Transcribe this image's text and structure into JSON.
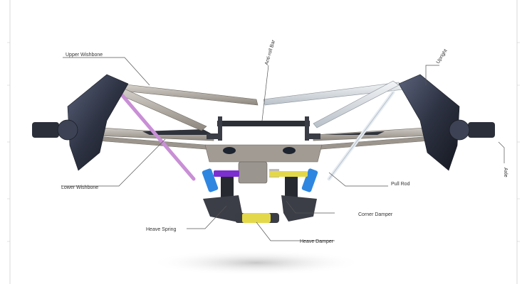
{
  "labels": {
    "upper_wishbone": "Upper Wishbone",
    "anti_roll_bar": "Anti-roll Bar",
    "upright": "Upright",
    "axle": "Axle",
    "lower_wishbone": "Lower Wishbone",
    "pull_rod": "Pull Rod",
    "heave_spring": "Heave Spring",
    "corner_damper": "Corner Damper",
    "heave_damper": "Heave Damper"
  },
  "colors": {
    "pull_rod_left": "#c98fd6",
    "pull_rod_right": "#e6ecf2",
    "corner_damper": "#2f86e0",
    "heave_spring": "#7b2fd0",
    "heave_damper": "#e3d84a",
    "arms": "#b8b2ab",
    "upright": "#3c4357"
  }
}
